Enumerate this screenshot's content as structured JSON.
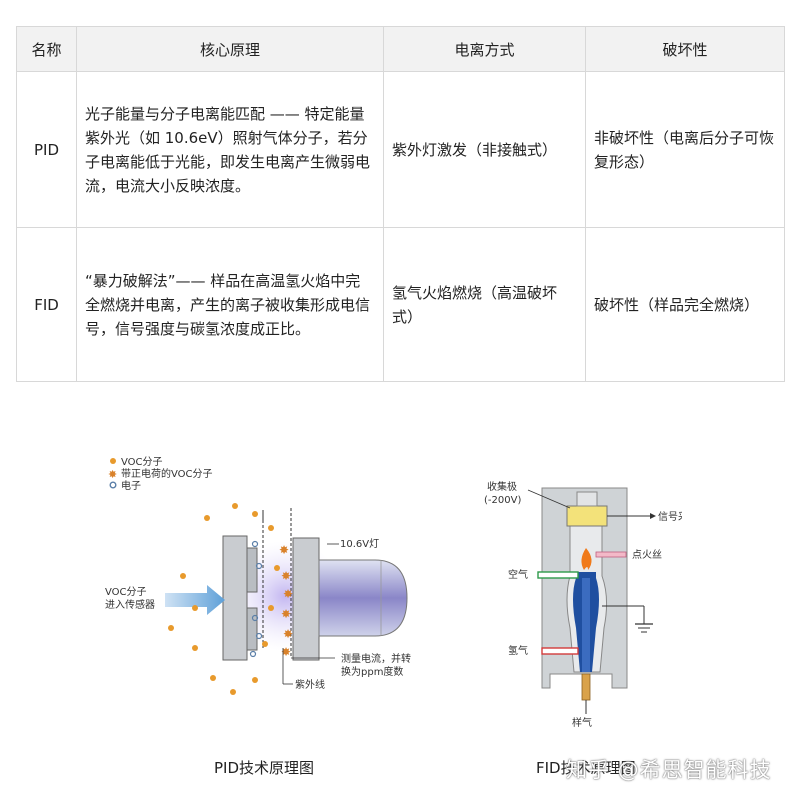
{
  "table": {
    "headers": [
      "名称",
      "核心原理",
      "电离方式",
      "破坏性"
    ],
    "rows": [
      {
        "name": "PID",
        "principle": "光子能量与分子电离能匹配 —— 特定能量紫外光（如 10.6eV）照射气体分子，若分子电离能低于光能，即发生电离产生微弱电流，电流大小反映浓度。",
        "ionization": "紫外灯激发（非接触式）",
        "destructive": "非破坏性（电离后分子可恢复形态）"
      },
      {
        "name": "FID",
        "principle": "“暴力破解法”—— 样品在高温氢火焰中完全燃烧并电离，产生的离子被收集形成电信号，信号强度与碳氢浓度成正比。",
        "ionization": "氢气火焰燃烧（高温破坏式）",
        "destructive": "破坏性（样品完全燃烧）"
      }
    ]
  },
  "pid_diagram": {
    "legend": [
      "VOC分子",
      "带正电荷的VOC分子",
      "电子"
    ],
    "lamp_label": "10.6V灯",
    "inlet_label_1": "VOC分子",
    "inlet_label_2": "进入传感器",
    "measure_label_1": "测量电流，并转",
    "measure_label_2": "换为ppm度数",
    "uv_label": "紫外线",
    "caption": "PID技术原理图"
  },
  "fid_diagram": {
    "collector_label_1": "收集极",
    "collector_label_2": "(-200V)",
    "signal_label": "信号采集",
    "igniter_label": "点火丝",
    "air_label": "空气",
    "hydrogen_label": "氢气",
    "sample_label": "样气",
    "caption": "FID技术原理图"
  },
  "watermark": "知乎 @希思智能科技",
  "colors": {
    "header_bg": "#f2f2f2",
    "border": "#d8d8d8",
    "voc_dot": "#e89a2c",
    "electron": "#5b7fa8",
    "uv_glow": "#9b8fd6",
    "flame": "#f07a1a",
    "fid_body": "#cfd3d6",
    "fid_blue": "#1f4fa0"
  }
}
